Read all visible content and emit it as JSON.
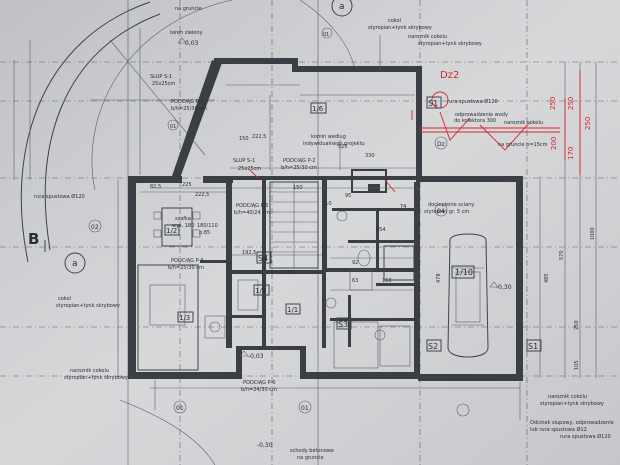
{
  "plan": {
    "paper_color": "#cfd0d2",
    "ink_color": "#2a2d33",
    "accent_color": "#d8262c",
    "section_marks": {
      "section": "B",
      "grid_a_left": "a",
      "grid_a_top": "a"
    },
    "elevations": {
      "top": "0,03",
      "garage": "-0,30",
      "terrace": "-0,03",
      "entrance": "-0,30"
    },
    "rooms": {
      "room_102": "1/2",
      "room_103": "1/3",
      "room_104": "1/4",
      "room_106": "1/6",
      "room_101": "1/1",
      "room_110": "1/10",
      "room_s4": "S4",
      "room_s3": "S3",
      "room_s2": "S2",
      "room_s1": "S1",
      "room_s1b": "S1"
    },
    "labels": {
      "slup1": "SLUP S-1",
      "slup1_size": "25x25cm",
      "slup1b": "SLUP S-1",
      "slup1b_size": "25x25cm",
      "podciag_p1": "PODCIĄG P-1",
      "podciag_p1_size": "b/h=25/30 cm",
      "podciag_p2": "PODCIĄG P-2",
      "podciag_p2_size": "b/h=25/30 cm",
      "podciag_p3": "PODCIĄG P-3",
      "podciag_p3_size": "b/h=25/30 cm",
      "podciag_p5": "PODCIĄG P-5",
      "podciag_p5_size": "b/h=40/24 cm",
      "podciag_p6": "PODCIĄG P-6",
      "podciag_p6_size": "b/h=24/30 cm",
      "komin": "komin wedlug",
      "komin2": "indywidualnego projektu",
      "dz2": "Dz2",
      "docieplenie": "docieplenie sciany",
      "docieplenie2": "styropian gr. 5 cm",
      "rura_top": "rura spustowa Ø120",
      "rura_left": "rura spustowa Ø120",
      "rura_right": "rura spustowa Ø120",
      "cokol_top": "cokol",
      "cokol_top2": "styropian+tynk skrybowy",
      "naroznik_top": "naroznik cokolu",
      "naroznik_top2": "styropian+tynk skrybowy",
      "cokol_left": "cokol",
      "cokol_left2": "styropian+tynk skrybowy",
      "naroznik_left": "naroznik cokolu",
      "naroznik_left2": "styropian+tynk skrybowy",
      "naroznik_right": "naroznik cokolu",
      "naroznik_right2": "styropian+tynk skrybowy",
      "naroznik_right3": "naroznik cokolu",
      "naroznik_right4": "na gruncie h=15cm",
      "odprowadzenie": "odprowadzenie wody",
      "odprowadzenie2": "do kolektora 300",
      "odcinek": "Odcinek slupowy, odprowadzenie",
      "odcinek2": "lub rura spustowa Ø12",
      "schody": "schody betonowe",
      "schody2": "na gruncie",
      "teren": "teren zielony",
      "teren2": "na gruncie",
      "wysoka": "szafka",
      "wysoka2": "wys. 180",
      "wys_right": "180/110",
      "wys_right2": "p.85"
    },
    "dims": {
      "d_150a": "150",
      "d_225": "225",
      "d_2225": "222,5",
      "d_825": "82,5",
      "d_2225b": "222,5",
      "d_150b": "150",
      "d_95": "95",
      "d_110": "110",
      "d_325": "325",
      "d_330": "330",
      "d_74": "74",
      "d_254": "254",
      "d_1925": "192,5",
      "d_233": "233",
      "d_92": "92",
      "d_63": "63",
      "d_160": "160",
      "d_478": "478",
      "d_485": "485",
      "d_570": "570",
      "d_1000": "1000",
      "d_250": "250",
      "d_105": "105"
    }
  }
}
